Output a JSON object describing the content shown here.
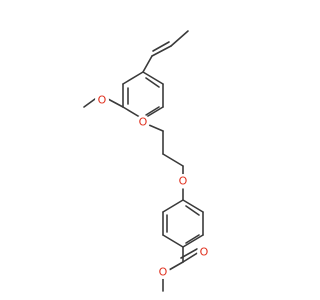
{
  "molecule": {
    "atoms": [
      {
        "element": "O",
        "label": "O",
        "color": "#e0301e"
      },
      {
        "element": "O",
        "label": "O",
        "color": "#e0301e"
      },
      {
        "element": "O",
        "label": "O",
        "color": "#e0301e"
      },
      {
        "element": "O",
        "label": "O",
        "color": "#e0301e"
      },
      {
        "element": "O",
        "label": "O",
        "color": "#e0301e"
      }
    ],
    "bond_color": "#3a3a3a",
    "heteroatom_color": "#e0301e"
  }
}
